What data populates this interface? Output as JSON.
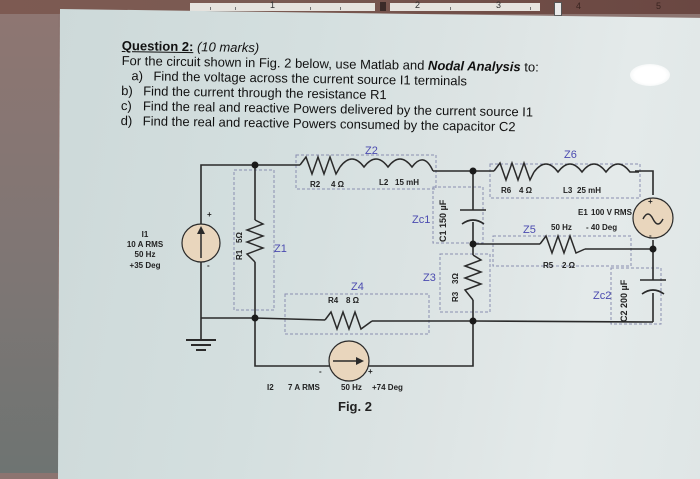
{
  "ruler": {
    "labels": [
      "1",
      "2",
      "3",
      "4",
      "5"
    ]
  },
  "question": {
    "title": "Question 2:",
    "marks": "(10  marks)",
    "intro_prefix": "For the circuit shown in Fig. 2 below,  use Matlab and ",
    "intro_bold": "Nodal Analysis",
    "intro_suffix": "  to:",
    "items": [
      {
        "letter": "a)",
        "text": "Find the voltage across the current source I1 terminals"
      },
      {
        "letter": "b)",
        "text": "Find the current through the resistance R1"
      },
      {
        "letter": "c)",
        "text": "Find the real and reactive Powers delivered by the current source I1"
      },
      {
        "letter": "d)",
        "text": "Find the real and reactive Powers consumed  by the capacitor C2"
      }
    ]
  },
  "circuit": {
    "colors": {
      "wire": "#2a2a2a",
      "source_fill": "#e9d6bd",
      "zbox": "#8a8fb0",
      "zlabel": "#4b4bb0"
    },
    "I1": {
      "name": "I1",
      "magnitude": "10 A RMS",
      "freq": "50 Hz",
      "phase": "+35 Deg",
      "plus": "+",
      "minus": "-"
    },
    "I2": {
      "name": "I2",
      "magnitude": "7 A  RMS",
      "freq": "50 Hz",
      "phase": "+74 Deg",
      "plus": "+",
      "minus": "-"
    },
    "E1": {
      "name": "E1",
      "magnitude": "100 V RMS",
      "freq": "50 Hz",
      "phase": "- 40 Deg",
      "plus": "+",
      "minus": "-"
    },
    "R1": {
      "name": "R1",
      "value": "5Ω",
      "zone": "Z1"
    },
    "R2": {
      "name": "R2",
      "value": "4 Ω"
    },
    "L2": {
      "name": "L2",
      "value": "15 mH"
    },
    "Z2": "Z2",
    "C1": {
      "name": "C1",
      "value": "150 µF",
      "zone": "Zc1"
    },
    "R3": {
      "name": "R3",
      "value": "3Ω",
      "zone": "Z3"
    },
    "R4": {
      "name": "R4",
      "value": "8 Ω",
      "zone": "Z4"
    },
    "R5": {
      "name": "R5",
      "value": "2 Ω",
      "zone": "Z5"
    },
    "R6": {
      "name": "R6",
      "value": "4 Ω"
    },
    "L3": {
      "name": "L3",
      "value": "25 mH"
    },
    "Z6": "Z6",
    "C2": {
      "name": "C2",
      "value": "200 µF",
      "zone": "Zc2"
    },
    "figure_caption": "Fig. 2"
  }
}
